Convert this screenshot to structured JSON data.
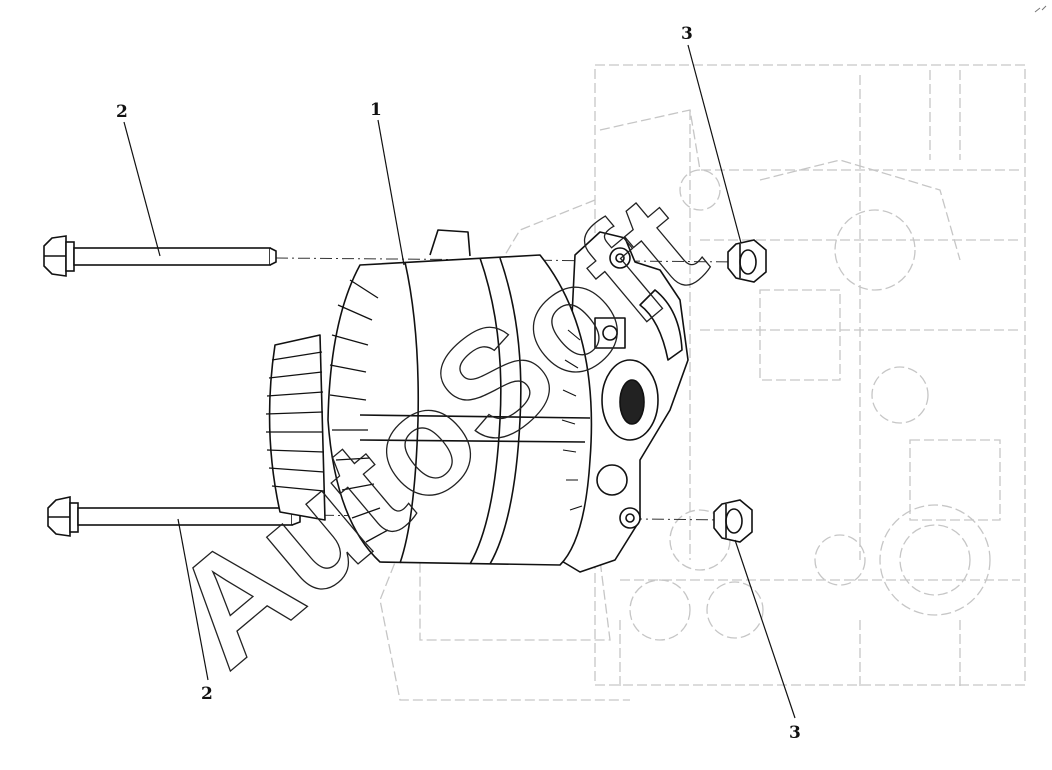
{
  "diagram": {
    "callouts": [
      {
        "id": "c1",
        "label": "1"
      },
      {
        "id": "c2a",
        "label": "2"
      },
      {
        "id": "c2b",
        "label": "2"
      },
      {
        "id": "c3a",
        "label": "3"
      },
      {
        "id": "c3b",
        "label": "3"
      }
    ],
    "watermark": "AutoSoft",
    "colors": {
      "line": "#1a1a1a",
      "background_engine": "#c4c4c4",
      "watermark": "#222222"
    }
  }
}
